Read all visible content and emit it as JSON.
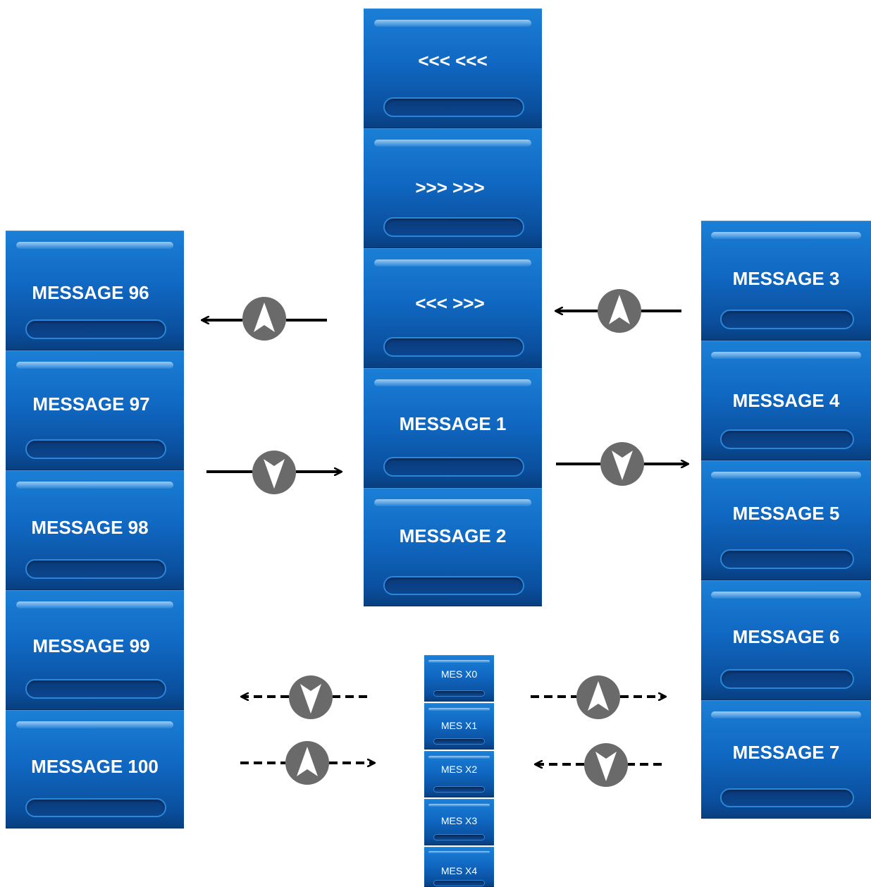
{
  "center_column": [
    "<<<  <<<",
    ">>>  >>>",
    "<<<  >>>",
    "MESSAGE 1",
    "MESSAGE 2"
  ],
  "left_column": [
    "MESSAGE 96",
    "MESSAGE 97",
    "MESSAGE 98",
    "MESSAGE 99",
    "MESSAGE 100"
  ],
  "right_column": [
    "MESSAGE 3",
    "MESSAGE 4",
    "MESSAGE 5",
    "MESSAGE 6",
    "MESSAGE 7"
  ],
  "small_column": [
    "MES X0",
    "MES X1",
    "MES X2",
    "MES X3",
    "MES X4"
  ],
  "icons": {
    "up": "up-arrow-circle-icon",
    "down": "down-arrow-circle-icon"
  },
  "colors": {
    "button": "#1068c2",
    "connector": "#000000",
    "icon_circle": "#6a6a6a"
  }
}
